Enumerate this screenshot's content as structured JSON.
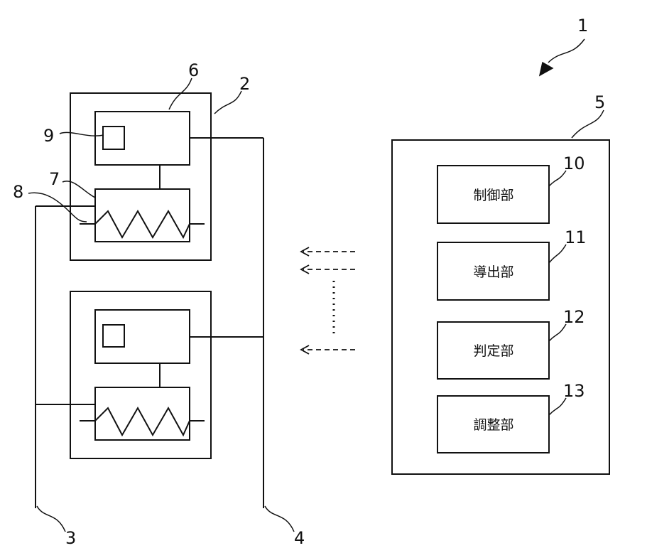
{
  "references": {
    "system": "1",
    "device": "2",
    "line_left": "3",
    "line_right": "4",
    "controller": "5",
    "control_unit": "6",
    "heater": "7",
    "sensor": "8",
    "indicator": "9",
    "unit_control": "10",
    "unit_derive": "11",
    "unit_judge": "12",
    "unit_adjust": "13"
  },
  "units": [
    {
      "ref": "10",
      "label": "制御部"
    },
    {
      "ref": "11",
      "label": "導出部"
    },
    {
      "ref": "12",
      "label": "判定部"
    },
    {
      "ref": "13",
      "label": "調整部"
    }
  ]
}
